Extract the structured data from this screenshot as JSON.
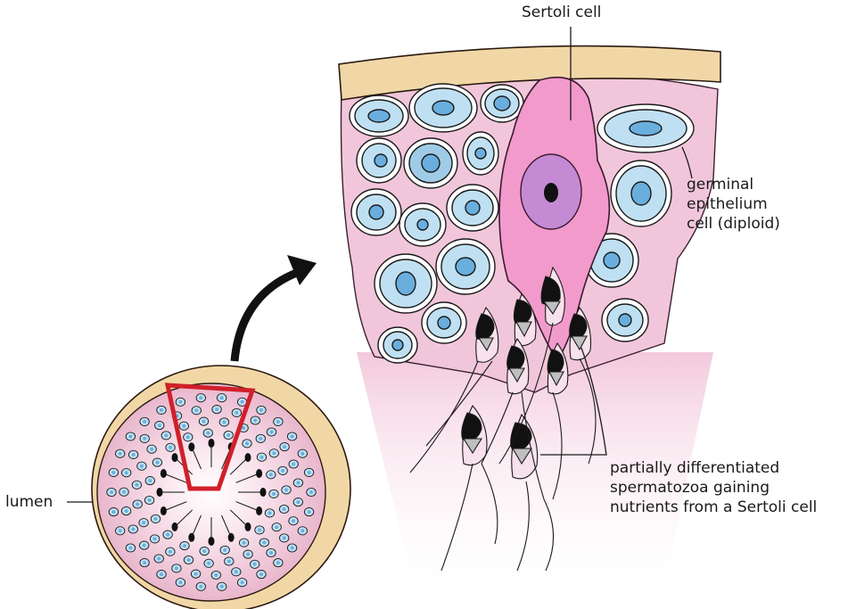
{
  "labels": {
    "sertoli": "Sertoli cell",
    "germinal": [
      "germinal",
      "epithelium",
      "cell (diploid)"
    ],
    "spermatozoa": [
      "partially differentiated",
      "spermatozoa gaining",
      "nutrients from a Sertoli cell"
    ],
    "lumen": "lumen"
  },
  "colors": {
    "tissue": "#f2c6da",
    "capsule": "#f2d7a6",
    "germ_cell": "#bfe0f2",
    "germ_nucleus": "#6aaede",
    "sertoli": "#f29acb",
    "sertoli_nucleus": "#c58ad4",
    "highlight": "#d0202a"
  }
}
